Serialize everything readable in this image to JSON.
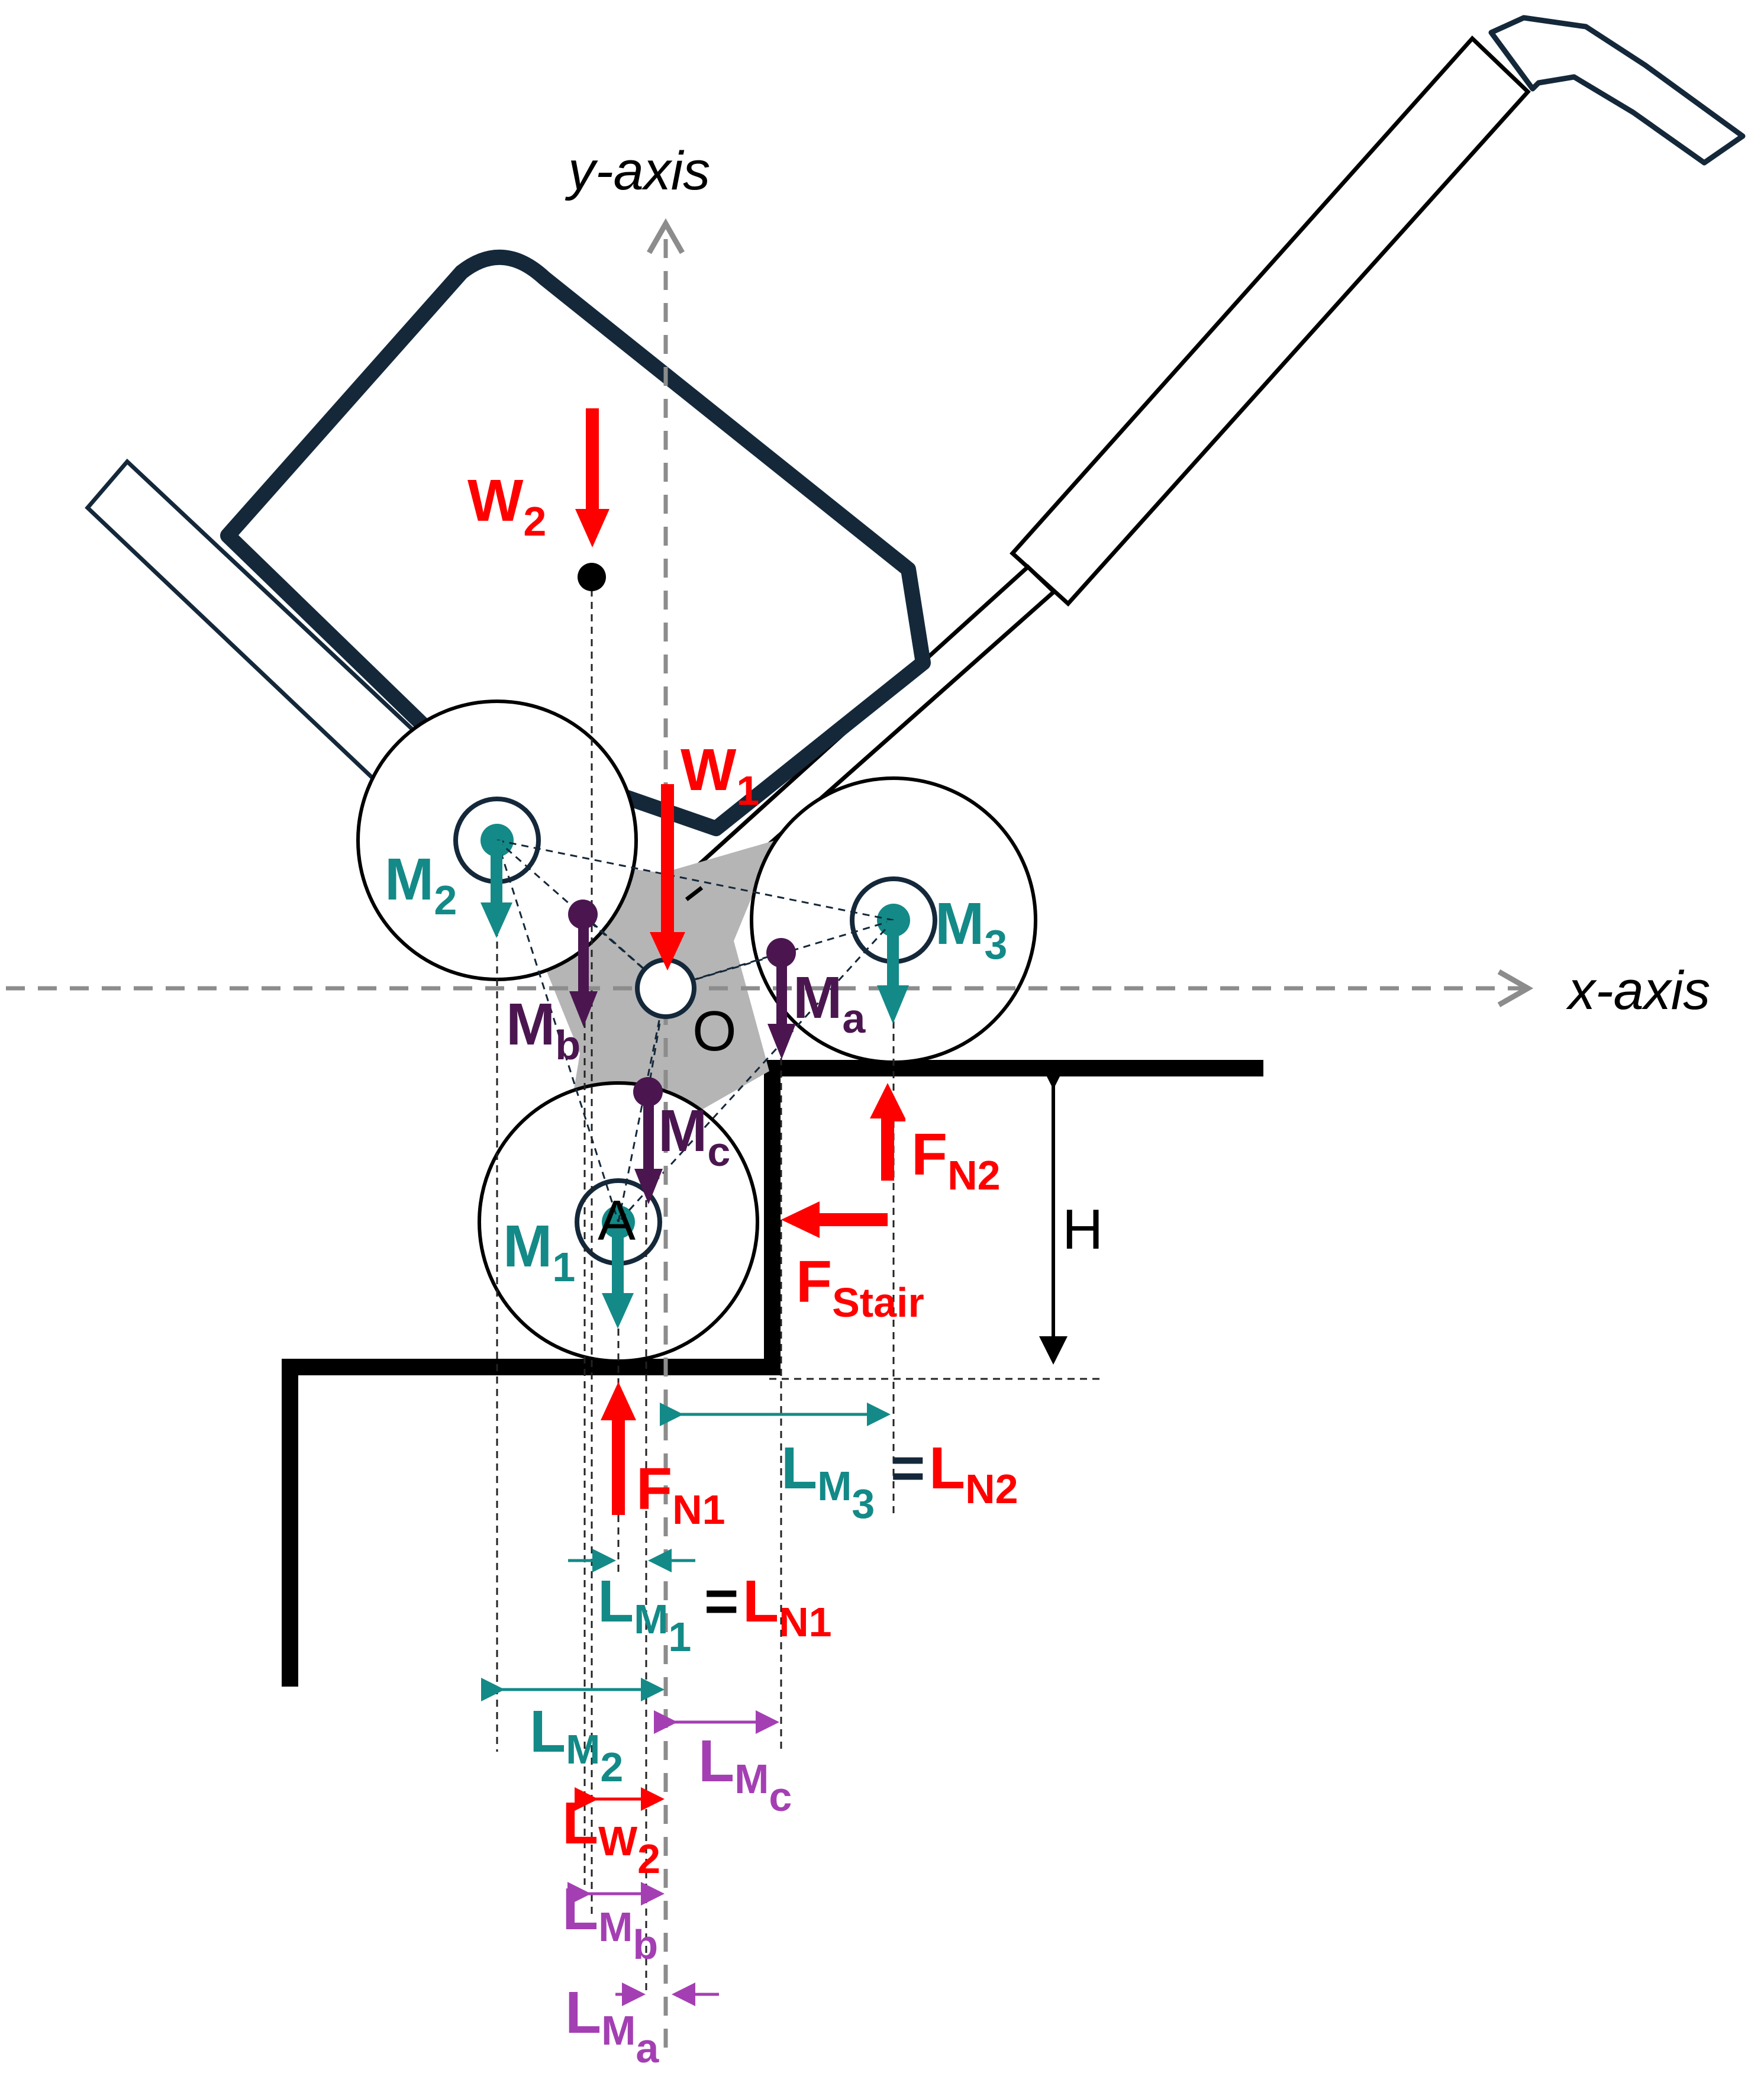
{
  "axes": {
    "x_label": "x-axis",
    "y_label": "y-axis"
  },
  "points": {
    "origin": "O",
    "wheel_a": "A"
  },
  "weights": {
    "w1": {
      "main": "W",
      "sub": "1"
    },
    "w2": {
      "main": "W",
      "sub": "2"
    }
  },
  "wheel_masses": {
    "m1": {
      "main": "M",
      "sub": "1"
    },
    "m2": {
      "main": "M",
      "sub": "2"
    },
    "m3": {
      "main": "M",
      "sub": "3"
    }
  },
  "frame_masses": {
    "ma": {
      "main": "M",
      "sub": "a"
    },
    "mb": {
      "main": "M",
      "sub": "b"
    },
    "mc": {
      "main": "M",
      "sub": "c"
    }
  },
  "forces": {
    "fn1": {
      "main": "F",
      "sub": "N1"
    },
    "fn2": {
      "main": "F",
      "sub": "N2"
    },
    "fstair": {
      "main": "F",
      "sub": "Stair"
    }
  },
  "dimensions": {
    "height": "H",
    "lm3": {
      "main": "L",
      "sub": "M",
      "subsub": "3"
    },
    "ln2": {
      "main": "L",
      "sub": "N2"
    },
    "lm1": {
      "main": "L",
      "sub": "M",
      "subsub": "1"
    },
    "ln1": {
      "main": "L",
      "sub": "N1"
    },
    "lm2": {
      "main": "L",
      "sub": "M",
      "subsub": "2"
    },
    "lmc": {
      "main": "L",
      "sub": "M",
      "subsub": "c"
    },
    "lw2": {
      "main": "L",
      "sub": "W",
      "subsub": "2"
    },
    "lmb": {
      "main": "L",
      "sub": "M",
      "subsub": "b"
    },
    "lma": {
      "main": "L",
      "sub": "M",
      "subsub": "a"
    },
    "equals": "="
  },
  "colors": {
    "force_red": "#ff0000",
    "teal": "#138a87",
    "purple_dark": "#4b1650",
    "purple_light": "#a43fb3",
    "navy": "#14283a",
    "gray_axis": "#8c8c8c",
    "hub_gray": "#b5b5b5"
  }
}
